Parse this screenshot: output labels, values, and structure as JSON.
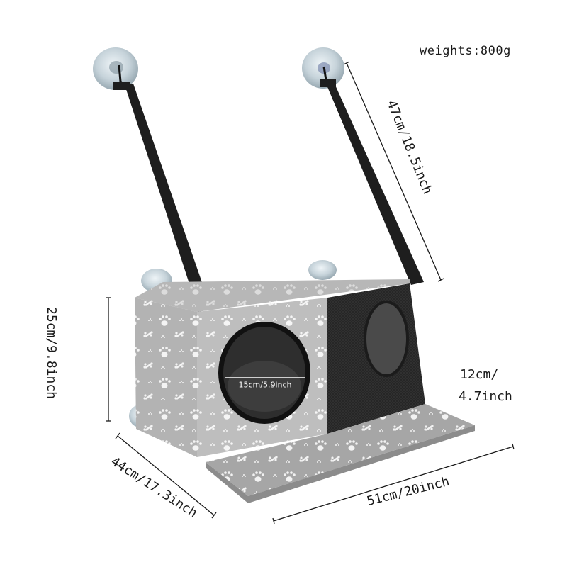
{
  "product": {
    "weight": "weights:800g",
    "dimensions": {
      "strap_length": "47cm/18.5inch",
      "height": "25cm/9.8inch",
      "depth": "44cm/17.3inch",
      "width": "51cm/20inch",
      "entry_line1": "12cm/",
      "entry_line2": "4.7inch",
      "hole_diameter": "15cm/5.9inch"
    }
  },
  "colors": {
    "fabric": "#a9a9a9",
    "fabric_light": "#bdbdbd",
    "mesh": "#2a2a2a",
    "strap": "#1e1e1e",
    "suction_cup": "#c9d6dd",
    "paw_print": "#ffffff"
  },
  "icons": [
    "suction-cup-icon",
    "paw-print-icon",
    "bone-icon"
  ]
}
